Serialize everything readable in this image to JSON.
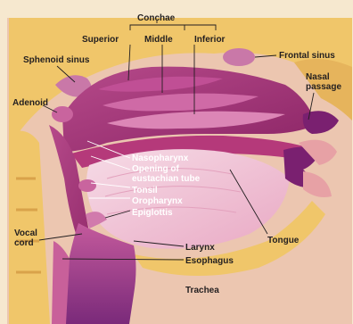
{
  "labels": {
    "conchae": "Conchae",
    "superior": "Superior",
    "middle": "Middle",
    "inferior": "Inferior",
    "frontal_sinus": "Frontal sinus",
    "sphenoid_sinus": "Sphenoid sinus",
    "nasal_passage_1": "Nasal",
    "nasal_passage_2": "passage",
    "adenoid": "Adenoid",
    "nasopharynx": "Nasopharynx",
    "eustachian_1": "Opening of",
    "eustachian_2": "eustachian tube",
    "tonsil": "Tonsil",
    "oropharynx": "Oropharynx",
    "epiglottis": "Epiglottis",
    "vocal_1": "Vocal",
    "vocal_2": "cord",
    "larynx": "Larynx",
    "esophagus": "Esophagus",
    "tongue": "Tongue",
    "trachea": "Trachea"
  },
  "colors": {
    "background": "#ffffff",
    "bone": "#f0c66a",
    "tissue": "#e8b8b8",
    "cavity": "#a8357a",
    "cavity_light": "#d888c0",
    "tongue": "#f2c8d8",
    "label_dark": "#231f20",
    "label_light": "#ffffff"
  }
}
